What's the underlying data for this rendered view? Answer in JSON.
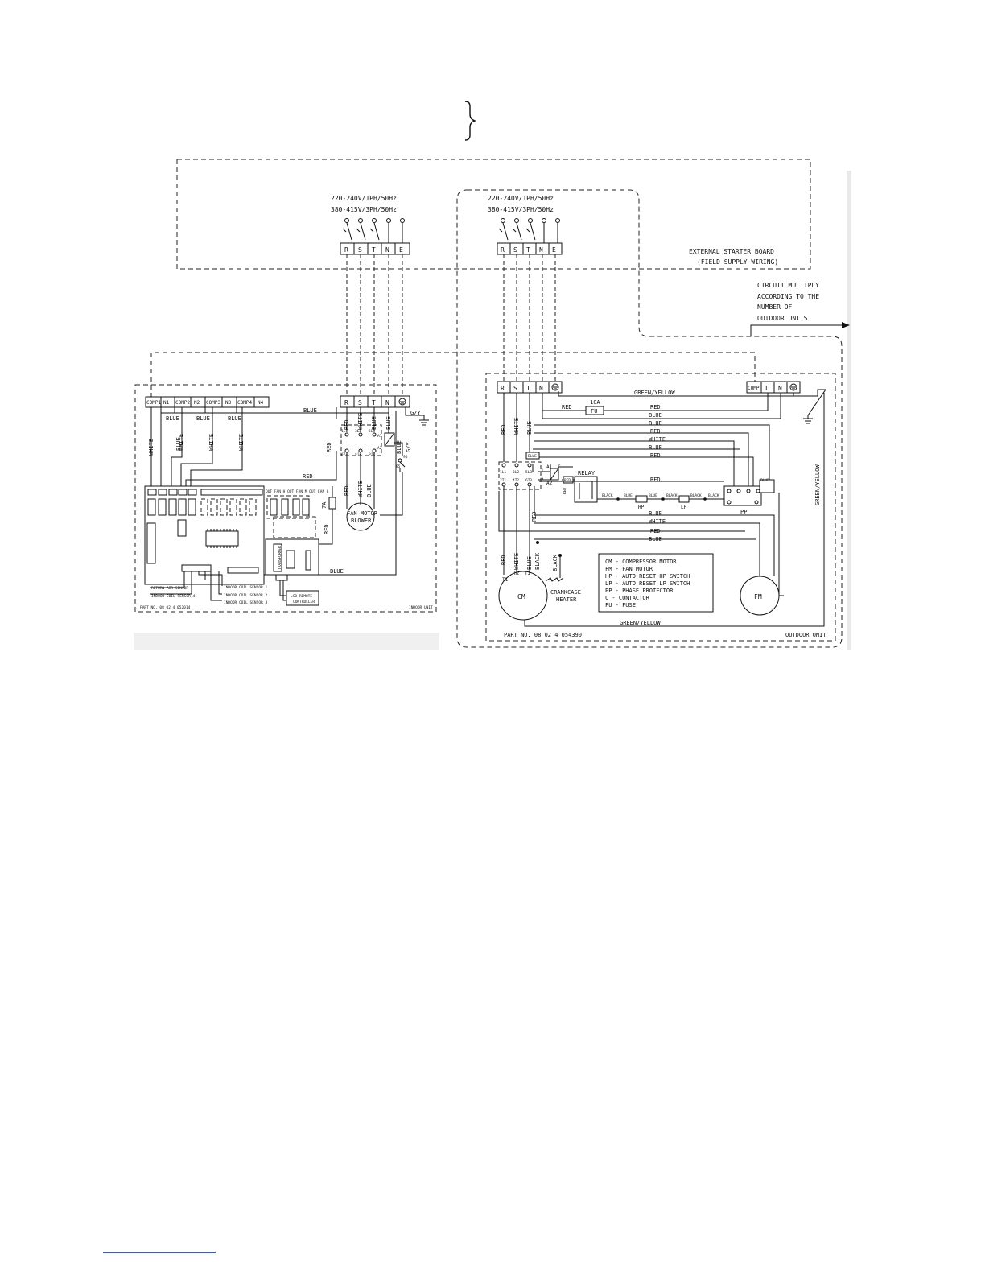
{
  "external_board": {
    "supply_indoor_line1": "220-240V/1PH/50Hz",
    "supply_indoor_line2": "380-415V/3PH/50Hz",
    "supply_outdoor_line1": "220-240V/1PH/50Hz",
    "supply_outdoor_line2": "380-415V/3PH/50Hz",
    "terminals_indoor": [
      "R",
      "S",
      "T",
      "N",
      "E"
    ],
    "terminals_outdoor": [
      "R",
      "S",
      "T",
      "N",
      "E"
    ],
    "title_line1": "EXTERNAL STARTER BOARD",
    "title_line2": "(FIELD SUPPLY WIRING)"
  },
  "circuit_note": [
    "CIRCUIT MULTIPLY",
    "ACCORDING TO THE",
    "NUMBER OF",
    "OUTDOOR UNITS"
  ],
  "indoor": {
    "top_terminals": [
      "COMP1",
      "N1",
      "COMP2",
      "N2",
      "COMP3",
      "N3",
      "COMP4",
      "N4"
    ],
    "power_terminals": [
      "R",
      "S",
      "T",
      "N"
    ],
    "wire_labels": {
      "blue": "BLUE",
      "white": "WHITE",
      "red": "RED",
      "gy": "G/Y"
    },
    "fuse": "7A",
    "fan_motor_line1": "FAN MOTOR",
    "fan_motor_line2": "BLOWER",
    "transformer": "TRANSFORMER",
    "lcd_line1": "LCD REMOTE",
    "lcd_line2": "CONTROLLER",
    "sensors": [
      "RETURN AIR SENSOR",
      "INDOOR COIL SENSOR 4",
      "INDOOR COIL SENSOR 1",
      "INDOOR COIL SENSOR 2",
      "INDOOR COIL SENSOR 3"
    ],
    "relay_header": "OUT FAN H OUT FAN M OUT FAN L",
    "contactor_pins": [
      "1L1",
      "3L2",
      "5L3",
      "2T1",
      "4T2",
      "6T3",
      "A1",
      "A2",
      "96",
      "95"
    ],
    "part_no": "PART NO. 08 02 4 052014",
    "unit_label": "INDOOR UNIT"
  },
  "outdoor": {
    "power_terminals": [
      "R",
      "S",
      "T",
      "N"
    ],
    "right_terminals": [
      "COMP",
      "L",
      "N"
    ],
    "wires": {
      "green_yellow": "GREEN/YELLOW",
      "red": "RED",
      "blue": "BLUE",
      "white": "WHITE",
      "black": "BLACK"
    },
    "fuse_rating": "10A",
    "fuse_label": "FU",
    "relay_label": "RELAY",
    "hp_label": "HP",
    "lp_label": "LP",
    "pp_label": "PP",
    "contactor_pins": [
      "1L1",
      "3L2",
      "5L3",
      "2T1",
      "4T2",
      "6T3",
      "A1",
      "A2",
      "C",
      "1",
      "2"
    ],
    "compressor": "CM",
    "compressor_terminals": [
      "T1",
      "T2",
      "T3"
    ],
    "fan_motor": "FM",
    "crankcase_line1": "CRANKCASE",
    "crankcase_line2": "HEATER",
    "legend": [
      "CM - COMPRESSOR MOTOR",
      "FM - FAN MOTOR",
      "HP - AUTO RESET HP SWITCH",
      "LP - AUTO RESET LP SWITCH",
      "PP - PHASE PROTECTOR",
      "C  - CONTACTOR",
      "FU - FUSE"
    ],
    "part_no": "PART NO. 08 02 4 054390",
    "unit_label": "OUTDOOR UNIT"
  }
}
